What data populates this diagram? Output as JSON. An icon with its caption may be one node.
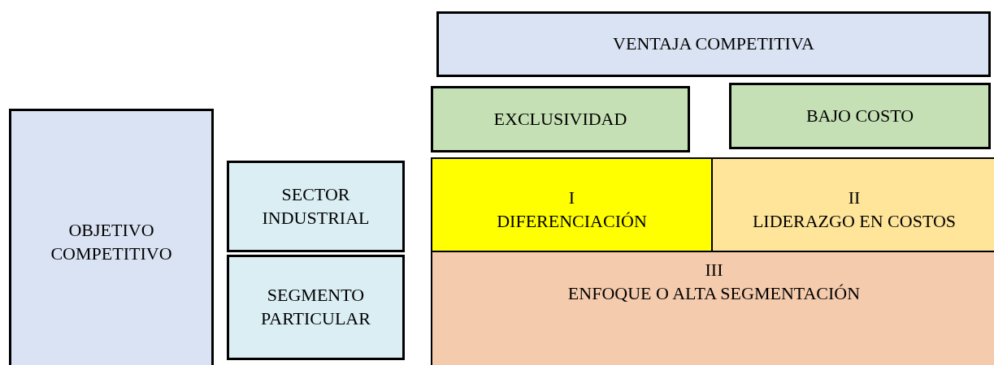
{
  "diagram": {
    "nodes": [
      {
        "text": [
          "VENTAJA COMPETITIVA"
        ]
      },
      {
        "text": [
          "EXCLUSIVIDAD"
        ]
      },
      {
        "text": [
          "BAJO COSTO"
        ]
      },
      {
        "text": [
          "OBJETIVO COMPETITIVO"
        ]
      },
      {
        "text": [
          "SECTOR INDUSTRIAL"
        ]
      },
      {
        "text": [
          "I",
          "DIFERENCIACIÓN"
        ]
      },
      {
        "text": [
          "II",
          "LIDERAZGO EN COSTOS"
        ]
      },
      {
        "text": [
          "SEGMENTO PARTICULAR"
        ]
      },
      {
        "text": [
          "III",
          "ENFOQUE O ALTA SEGMENTACIÓN"
        ]
      }
    ]
  }
}
